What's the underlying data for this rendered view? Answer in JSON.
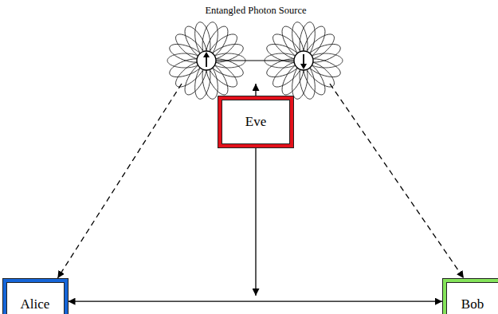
{
  "diagram": {
    "nodes": [
      {
        "text": [
          "Entangled Photon Source"
        ]
      },
      {
        "text": [
          "Eve"
        ]
      },
      {
        "text": [
          "Alice"
        ]
      },
      {
        "text": [
          "Bob"
        ]
      }
    ],
    "edges": [
      {
        "from": 1,
        "to": 0,
        "arrow": "to"
      },
      {
        "from": 0,
        "to": 2,
        "arrow": "to"
      },
      {
        "from": 0,
        "to": 3,
        "arrow": "to"
      },
      {
        "from": 2,
        "to": 3,
        "arrow": "both"
      }
    ]
  }
}
